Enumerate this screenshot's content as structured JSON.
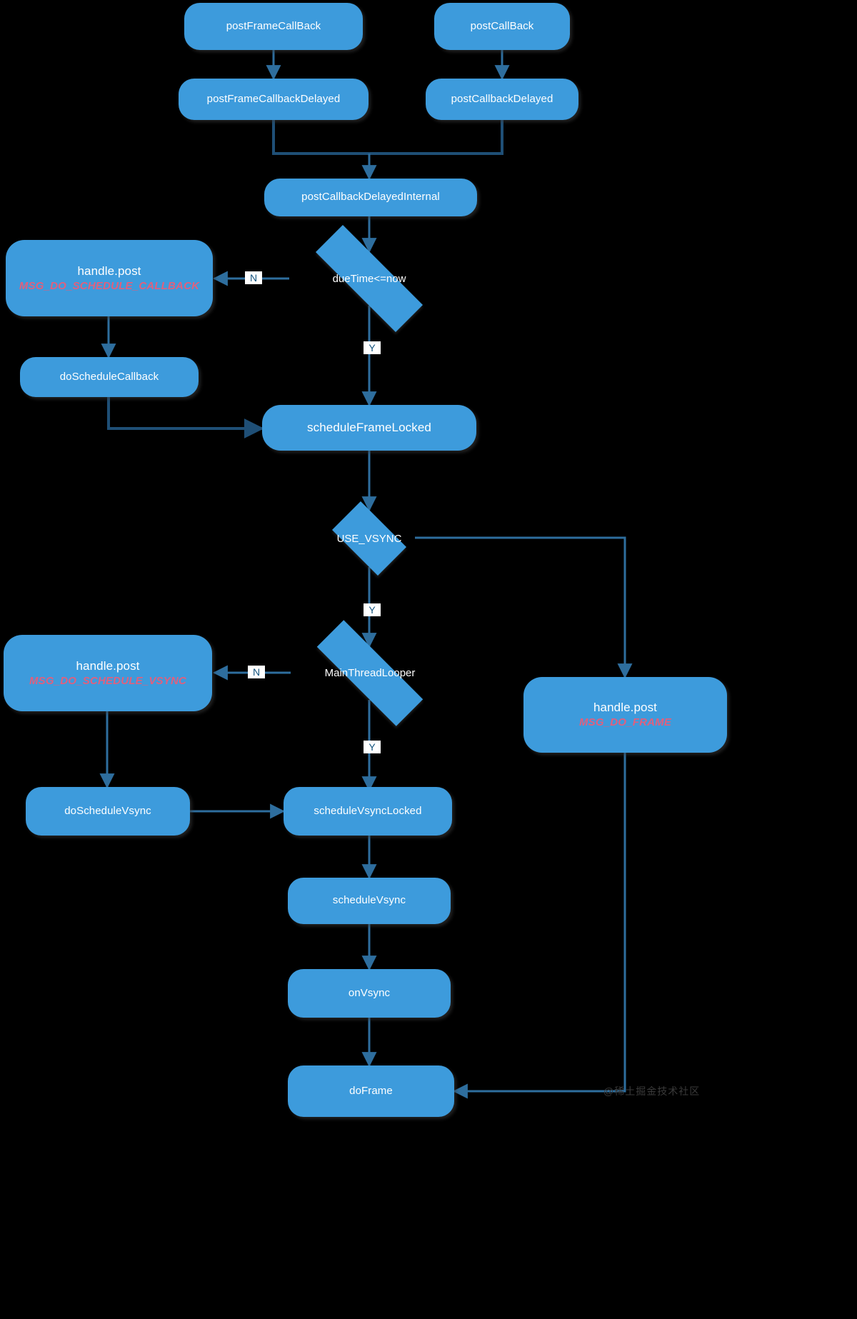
{
  "diagram": {
    "title": "Android Choreographer frame scheduling flowchart",
    "background_color": "#000000",
    "node_fill_color": "#3D9BDC",
    "node_text_color": "#FFFFFF",
    "emphasis_text_color": "#E0607E",
    "edge_color": "#2E6E9E",
    "edge_label_bg": "#FFFFFF",
    "edge_label_color": "#14547F"
  },
  "nodes": {
    "post_frame_callback": {
      "label": "postFrameCallBack"
    },
    "post_callback": {
      "label": "postCallBack"
    },
    "post_frame_callback_delayed": {
      "label": "postFrameCallbackDelayed"
    },
    "post_callback_delayed": {
      "label": "postCallbackDelayed"
    },
    "post_callback_delayed_internal": {
      "label": "postCallbackDelayedInternal"
    },
    "due_time_decision": {
      "label": "dueTime<=now"
    },
    "handle_post_schedule_callback": {
      "line1": "handle.post",
      "line2": "MSG_DO_SCHEDULE_CALLBACK"
    },
    "do_schedule_callback": {
      "label": "doScheduleCallback"
    },
    "schedule_frame_locked": {
      "label": "scheduleFrameLocked"
    },
    "use_vsync_decision": {
      "label": "USE_VSYNC"
    },
    "main_thread_looper_decision": {
      "label": "MainThreadLooper"
    },
    "handle_post_schedule_vsync": {
      "line1": "handle.post",
      "line2": "MSG_DO_SCHEDULE_VSYNC"
    },
    "handle_post_do_frame": {
      "line1": "handle.post",
      "line2": "MSG_DO_FRAME"
    },
    "do_schedule_vsync": {
      "label": "doScheduleVsync"
    },
    "schedule_vsync_locked": {
      "label": "scheduleVsyncLocked"
    },
    "schedule_vsync": {
      "label": "scheduleVsync"
    },
    "on_vsync": {
      "label": "onVsync"
    },
    "do_frame": {
      "label": "doFrame"
    }
  },
  "edge_labels": {
    "due_time_no": "N",
    "due_time_yes": "Y",
    "use_vsync_yes": "Y",
    "main_looper_no": "N",
    "main_looper_yes": "Y"
  },
  "watermark": {
    "text": "@稀土掘金技术社区"
  }
}
